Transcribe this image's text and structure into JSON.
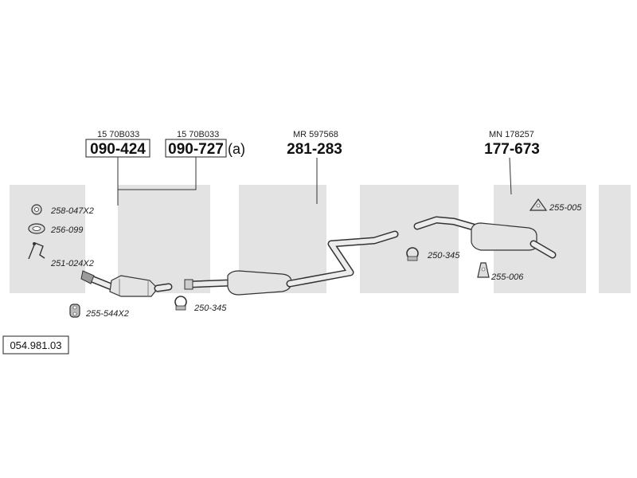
{
  "diagram_code": "054.981.03",
  "references": [
    {
      "oe": "15 70B033",
      "part": "090-424",
      "suffix": ""
    },
    {
      "oe": "15 70B033",
      "part": "090-727",
      "suffix": "(a)"
    },
    {
      "oe": "MR 597568",
      "part": "281-283",
      "suffix": ""
    },
    {
      "oe": "MN 178257",
      "part": "177-673",
      "suffix": ""
    }
  ],
  "accessories": [
    {
      "label": "258-047X2",
      "icon": "nut-icon"
    },
    {
      "label": "256-099",
      "icon": "gasket-ring-icon"
    },
    {
      "label": "251-024X2",
      "icon": "spring-bolt-icon"
    },
    {
      "label": "255-544X2",
      "icon": "rubber-mount-icon"
    },
    {
      "label": "250-345",
      "icon": "clamp-icon"
    },
    {
      "label": "250-345",
      "icon": "clamp-icon"
    },
    {
      "label": "255-005",
      "icon": "rubber-hanger-icon"
    },
    {
      "label": "255-006",
      "icon": "rubber-hanger-icon"
    }
  ]
}
